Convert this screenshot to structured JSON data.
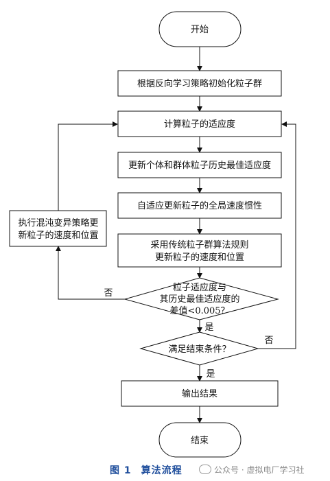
{
  "nodes": {
    "start": "开始",
    "init": "根据反向学习策略初始化粒子群",
    "fitness": "计算粒子的适应度",
    "update_best": "更新个体和群体粒子历史最佳适应度",
    "inertia": "自适应更新粒子的全局速度惯性",
    "pso_update": [
      "采用传统粒子群算法规则",
      "更新粒子的速度和位置"
    ],
    "diff_check": [
      "粒子适应度与",
      "其历史最佳适应度的",
      "差值<0.005？"
    ],
    "end_check": "满足结束条件？",
    "output": "输出结果",
    "end": "结束",
    "chaos": [
      "执行混沌变异策略更",
      "新粒子的速度和位置"
    ]
  },
  "edge_labels": {
    "diff_no": "否",
    "diff_yes": "是",
    "end_no": "否",
    "end_yes": "是"
  },
  "caption": {
    "figure": "图 1",
    "title": "算法流程"
  },
  "watermark": "公众号 · 虚拟电厂学习社"
}
